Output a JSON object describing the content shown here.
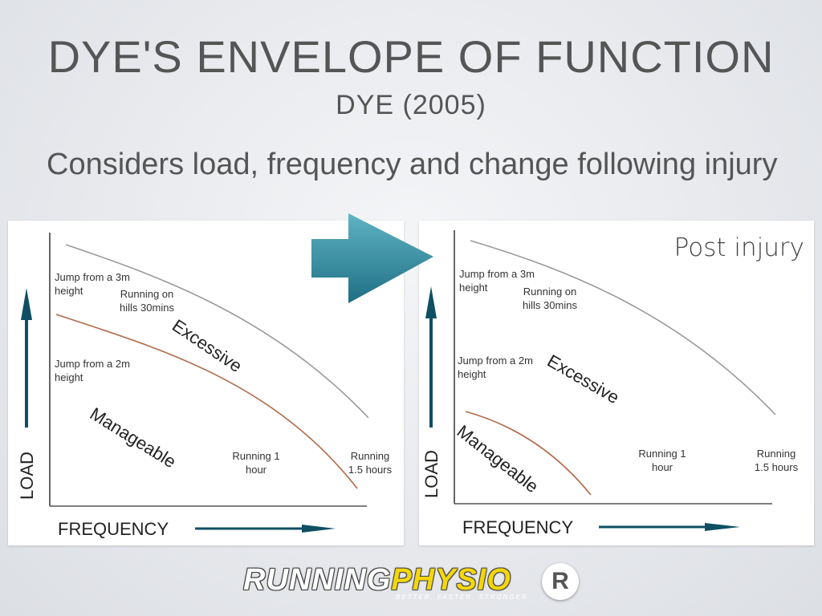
{
  "slide": {
    "title": "DYE'S ENVELOPE OF FUNCTION",
    "subtitle": "DYE (2005)",
    "tagline": "Considers load, frequency and change following injury"
  },
  "left_chart": {
    "labels": {
      "jump3m": "Jump from a 3m height",
      "hills": "Running on hills 30mins",
      "jump2m": "Jump from a 2m height",
      "run1": "Running 1 hour",
      "run15": "Running 1.5 hours"
    },
    "zones": {
      "excessive": "Excessive",
      "manageable": "Manageable"
    },
    "axes": {
      "x": "FREQUENCY",
      "y": "LOAD"
    }
  },
  "right_chart": {
    "corner_label": "Post injury",
    "labels": {
      "jump3m": "Jump from a 3m height",
      "hills": "Running on hills 30mins",
      "jump2m": "Jump from a 2m height",
      "run1": "Running 1 hour",
      "run15": "Running 1.5 hours"
    },
    "zones": {
      "excessive": "Excessive",
      "manageable": "Manageable"
    },
    "axes": {
      "x": "FREQUENCY",
      "y": "LOAD"
    }
  },
  "logo": {
    "word_a": "RUNNING",
    "word_b": "PHYSIO",
    "tagline": "BETTER. FASTER. STRONGER",
    "badge": "R"
  },
  "colors": {
    "axis_arrow": "#0f4f64",
    "big_arrow_light": "#5fb3c3",
    "big_arrow_dark": "#1f6f84",
    "upper_curve": "#9a9a9a",
    "lower_curve": "#b06a4a"
  }
}
